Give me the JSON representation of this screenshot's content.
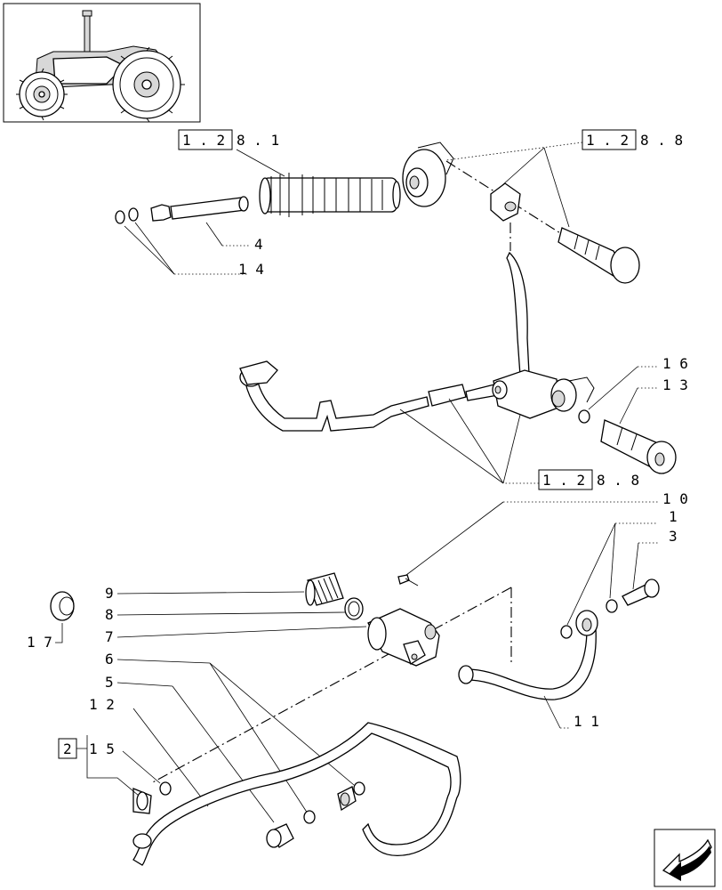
{
  "references": {
    "ref_top_left": {
      "boxed": "1 . 2",
      "rest": "8 . 1"
    },
    "ref_top_right": {
      "boxed": "1 . 2",
      "rest": "8 . 8"
    },
    "ref_middle": {
      "boxed": "1 . 2",
      "rest": "8 . 8"
    },
    "ref_bottom_left": {
      "boxed": "2"
    }
  },
  "callouts": {
    "c1": "1",
    "c3": "3",
    "c4": "4",
    "c5": "5",
    "c6": "6",
    "c7": "7",
    "c8": "8",
    "c9": "9",
    "c10": "1 0",
    "c11": "1 1",
    "c12": "1 2",
    "c13": "1 3",
    "c14": "1 4",
    "c15": "1 5",
    "c16": "1 6",
    "c17": "1 7"
  },
  "icons": {
    "thumbnail": "tractor-thumbnail-icon",
    "nav": "next-page-arrow-icon"
  }
}
